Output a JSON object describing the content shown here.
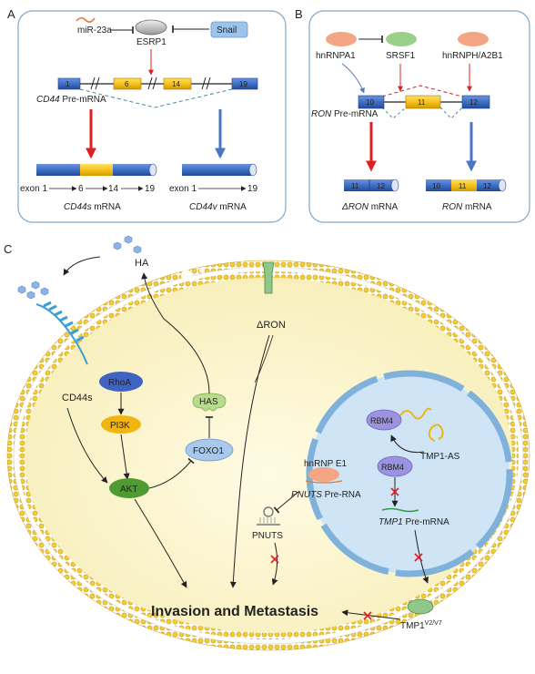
{
  "panels": {
    "a": {
      "letter": "A",
      "mir": "miR-23a",
      "esrp1": "ESRP1",
      "snail": "Snail",
      "exons_top": [
        "1",
        "6",
        "14",
        "19"
      ],
      "premrna_gene": "CD44",
      "premrna_suffix": " Pre-mRNA",
      "left_exon_label": "exon 1",
      "left_ticks": [
        "6",
        "14",
        "19"
      ],
      "right_exon_label": "exon 1",
      "right_tick": "19",
      "cd44s_gene": "CD44s",
      "cd44v_gene": "CD44v",
      "mrna_suffix": " mRNA"
    },
    "b": {
      "letter": "B",
      "hnrnpa1": "hnRNPA1",
      "srsf1": "SRSF1",
      "hnrnph": "hnRNPH/A2B1",
      "exons_top": [
        "10",
        "11",
        "12"
      ],
      "premrna_gene": "RON",
      "premrna_suffix": " Pre-mRNA",
      "delta_exons": [
        "11",
        "12"
      ],
      "ron_exons": [
        "10",
        "11",
        "12"
      ],
      "delta_label": "ΔRON",
      "ron_label": "RON",
      "mrna_suffix": " mRNA"
    },
    "c": {
      "letter": "C",
      "ha": "HA",
      "cd44s": "CD44s",
      "delta_ron": "ΔRON",
      "rhoa": "RhoA",
      "pi3k": "PI3K",
      "akt": "AKT",
      "has": "HAS",
      "foxo1": "FOXO1",
      "rbm4_top": "RBM4",
      "rbm4_mid": "RBM4",
      "tmp1_as": "TMP1-AS",
      "hnrnpe1": "hnRNP E1",
      "pnuts_pre_gene": "PNUTS",
      "pnuts_pre_suffix": " Pre-RNA",
      "pnuts": "PNUTS",
      "tmp1_pre_gene": "TMP1",
      "tmp1_pre_suffix": " Pre-mRNA",
      "tmp1": "TMP1",
      "tmp1_sup": "V2/V7",
      "invasion": "Invasion and Metastasis"
    }
  },
  "colors": {
    "exon_blue": "#3f6fc4",
    "exon_yellow": "#f5c31a",
    "red_arrow": "#e02020",
    "blue_arrow": "#4a76c4",
    "cell_fill": "#fbf5d0",
    "membrane_head": "#f2cf3a",
    "nucleus_fill": "#cfe4f5",
    "nucleus_border": "#7fb1db",
    "rhoa": "#3f63c2",
    "pi3k": "#f2b40f",
    "akt": "#4f9a32",
    "has": "#b8dc8e",
    "foxo1": "#a9c9ec",
    "rbm4": "#9c93e0",
    "hnrnp_pink": "#f4a584",
    "srsf1_green": "#9bd08a"
  }
}
